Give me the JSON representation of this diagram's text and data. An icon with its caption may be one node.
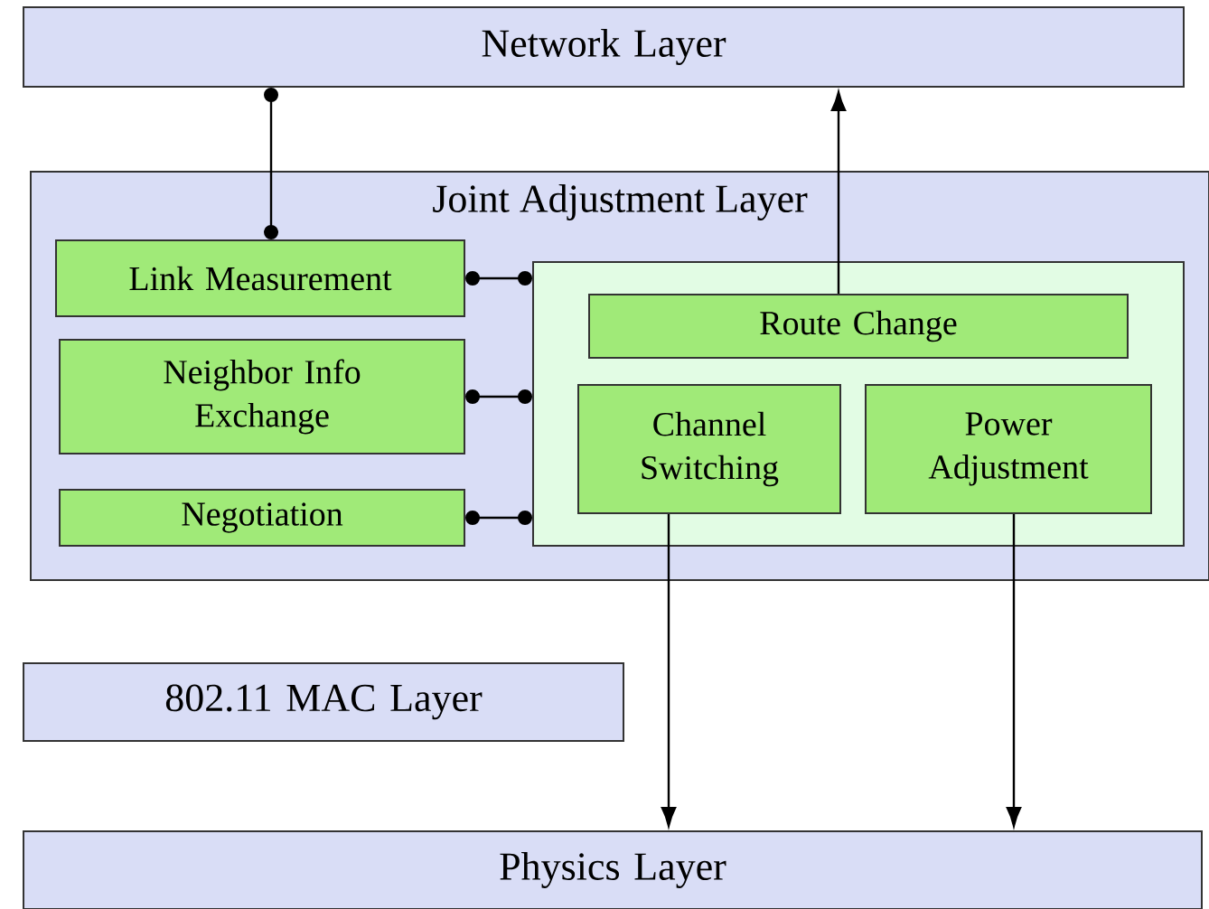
{
  "diagram": {
    "nodes": [
      {
        "text": [
          "Network Layer"
        ]
      },
      {
        "text": [
          "Joint Adjustment Layer"
        ]
      },
      {
        "text": [
          "Link Measurement"
        ],
        "in": 1
      },
      {
        "text": [
          "Neighbor Info Exchange"
        ],
        "in": 1
      },
      {
        "text": [
          "Negotiation"
        ],
        "in": 1
      },
      {
        "text": [],
        "shape": "box",
        "in": 1
      },
      {
        "text": [
          "Route Change"
        ],
        "in": 5
      },
      {
        "text": [
          "Channel Switching"
        ],
        "in": 5
      },
      {
        "text": [
          "Power Adjustment"
        ],
        "in": 5
      },
      {
        "text": [
          "802.11 MAC Layer"
        ]
      },
      {
        "text": [
          "Physics Layer"
        ]
      }
    ],
    "edges": [
      {
        "from": 0,
        "to": 2,
        "arrow": "other"
      },
      {
        "from": 2,
        "to": 5,
        "arrow": "other"
      },
      {
        "from": 3,
        "to": 5,
        "arrow": "other"
      },
      {
        "from": 4,
        "to": 5,
        "arrow": "other"
      },
      {
        "from": 6,
        "to": 0,
        "arrow": "to"
      },
      {
        "from": 7,
        "to": 10,
        "arrow": "to"
      },
      {
        "from": 8,
        "to": 10,
        "arrow": "to"
      }
    ]
  }
}
